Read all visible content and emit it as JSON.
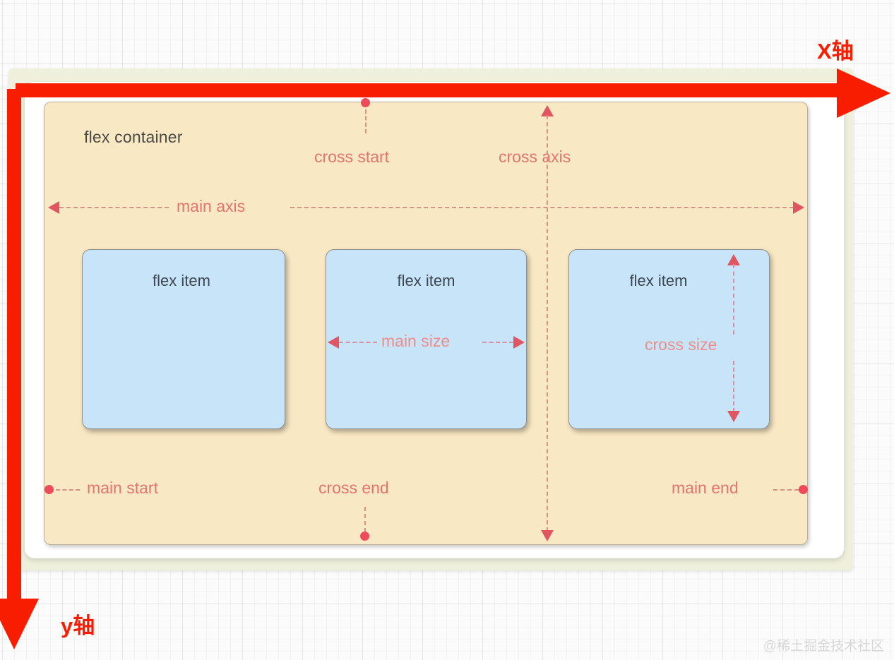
{
  "diagram": {
    "container_label": "flex container",
    "items": [
      {
        "label": "flex item"
      },
      {
        "label": "flex item",
        "size_label": "main size"
      },
      {
        "label": "flex item",
        "size_label": "cross size"
      }
    ],
    "annotations": {
      "main_axis": "main axis",
      "cross_axis": "cross axis",
      "cross_start": "cross start",
      "cross_end": "cross end",
      "main_start": "main start",
      "main_end": "main end"
    },
    "axes": {
      "x_label": "X轴",
      "y_label": "y轴"
    },
    "colors": {
      "axis_red": "#f91d00",
      "annotation_red": "#e2756e",
      "container_bg": "#f9e8c4",
      "item_bg": "#c8e4f8",
      "outer_shell_bg": "#eff0dc"
    }
  },
  "watermark": "@稀土掘金技术社区"
}
